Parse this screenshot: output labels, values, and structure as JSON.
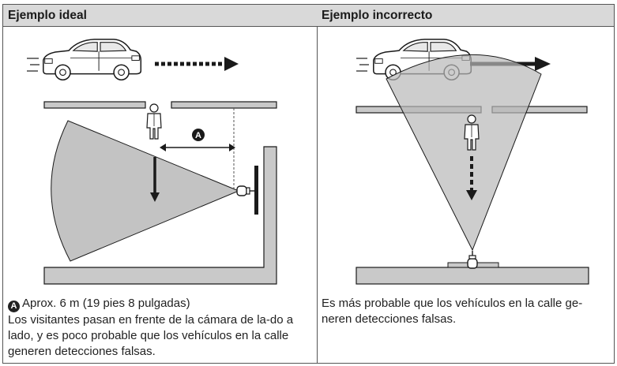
{
  "panels": {
    "ideal": {
      "heading": "Ejemplo ideal",
      "marker_label": "A",
      "distance_note": "Aprox. 6 m (19 pies 8 pulgadas)",
      "description": "Los visitantes pasan en frente de la cámara de la-do a lado, y es poco probable que los vehículos en la calle generen detecciones falsas."
    },
    "incorrect": {
      "heading": "Ejemplo incorrecto",
      "description": "Es más probable que los vehículos en la calle ge-neren detecciones falsas."
    }
  },
  "colors": {
    "header_bg": "#d9d9d9",
    "detection_area": "#b8b8b8",
    "wall_gray": "#c9c9c9",
    "stroke": "#1a1a1a"
  },
  "icons": [
    "car-icon",
    "pedestrian-icon",
    "camera-icon",
    "dotted-arrow-icon",
    "arrow-icon"
  ]
}
